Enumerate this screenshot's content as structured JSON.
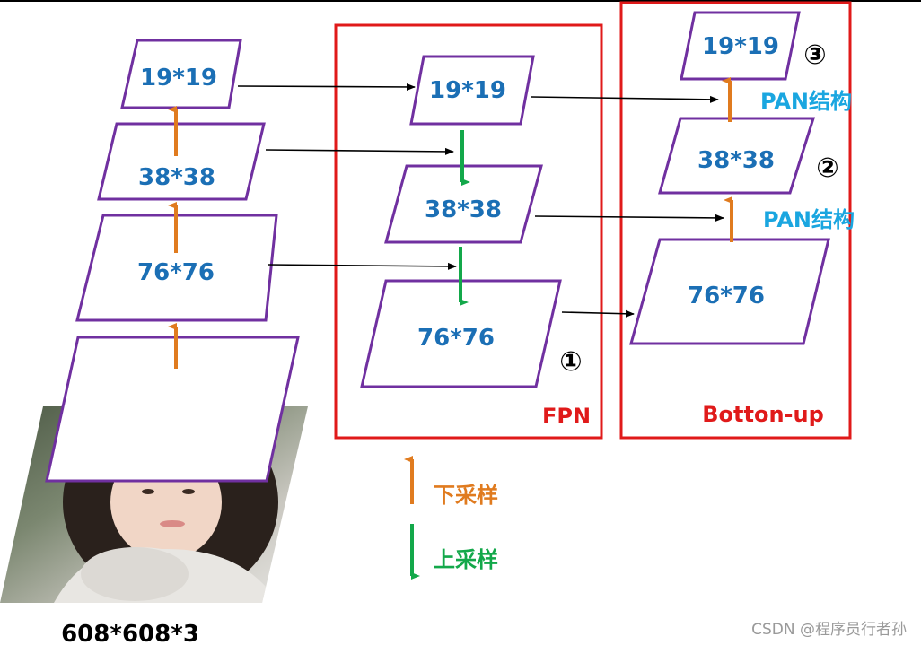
{
  "colors": {
    "box_border": "#7030A0",
    "label_blue": "#1B6FB5",
    "red_frame": "#E01A1A",
    "black_line": "#000000",
    "down_arrow": "#E07B1F",
    "up_arrow": "#13A84A",
    "pan_label": "#1AA6E0"
  },
  "backbone": {
    "s19": "19*19",
    "s38": "38*38",
    "s76": "76*76"
  },
  "input_image": {
    "label": "608*608*3",
    "photo_description": "photo"
  },
  "fpn": {
    "title": "FPN",
    "s19": "19*19",
    "s38": "38*38",
    "s76": "76*76",
    "marker": "①"
  },
  "bottom_up": {
    "title": "Botton-up",
    "s19": "19*19",
    "s38": "38*38",
    "s76": "76*76",
    "marker2": "②",
    "marker3": "③",
    "pan_label_upper": "PAN结构",
    "pan_label_lower": "PAN结构"
  },
  "legend": {
    "down_sample": "下采样",
    "up_sample": "上采样"
  },
  "watermark": "CSDN @程序员行者孙"
}
